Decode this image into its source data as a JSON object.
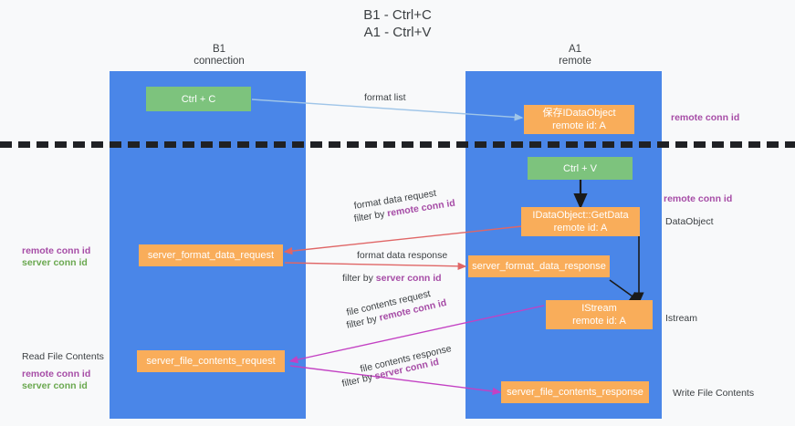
{
  "title": {
    "line1": "B1 - Ctrl+C",
    "line2": "A1 - Ctrl+V"
  },
  "columns": [
    {
      "name": "B1",
      "sub": "connection"
    },
    {
      "name": "A1",
      "sub": "remote"
    }
  ],
  "boxes": {
    "ctrl_c": "Ctrl + C",
    "ctrl_v": "Ctrl + V",
    "idataobject_l1": "保存IDataObject",
    "idataobject_l2": "remote id: A",
    "getdata_l1": "IDataObject::GetData",
    "getdata_l2": "remote id: A",
    "istream_l1": "IStream",
    "istream_l2": "remote id: A",
    "server_format_data_request": "server_format_data_request",
    "server_format_data_response": "server_format_data_response",
    "server_file_contents_request": "server_file_contents_request",
    "server_file_contents_response": "server_file_contents_response"
  },
  "edges": {
    "format_list": "format list",
    "format_data_request": "format data request",
    "format_data_response": "format data response",
    "file_contents_request": "file contents request",
    "file_contents_response": "file contents response",
    "filter_by": "filter by",
    "remote_conn_id": "remote conn id",
    "server_conn_id": "server conn id"
  },
  "right_labels": {
    "remote_conn_id_top": "remote conn id",
    "remote_conn_id_mid": "remote conn id",
    "dataobject": "DataObject",
    "istream": "Istream",
    "write_file_contents": "Write File Contents"
  },
  "left_labels": {
    "remote_conn_id_mid": "remote conn id",
    "server_conn_id_mid": "server conn id",
    "read_file_contents": "Read File Contents",
    "remote_conn_id_bottom": "remote conn id",
    "server_conn_id_bottom": "server conn id"
  },
  "colors": {
    "lane": "#4a86e8",
    "green_box": "#7dc37d",
    "orange_box": "#f9ad5a",
    "purple_text": "#a64ca6",
    "green_text": "#6aa84f",
    "arrow_blue": "#9fc5e8",
    "arrow_red": "#e06666",
    "arrow_magenta": "#c341c3",
    "arrow_black": "#1a1a1a",
    "background": "#f8f9fa"
  }
}
